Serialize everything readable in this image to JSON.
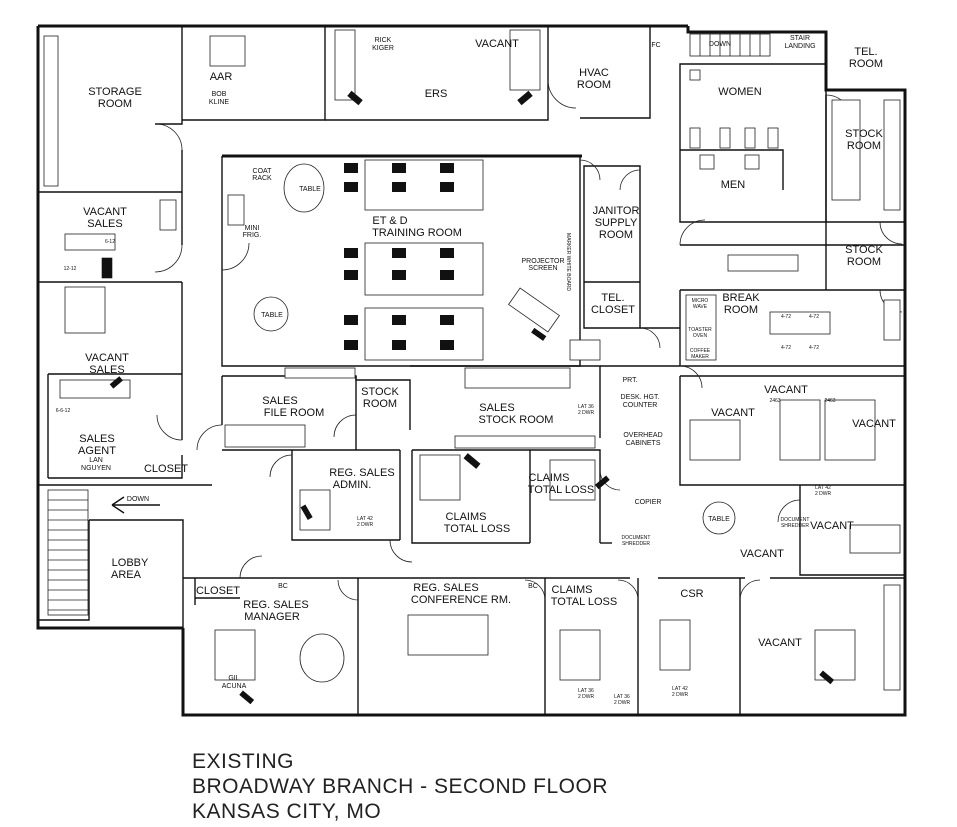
{
  "title": {
    "line1": "EXISTING",
    "line2": "BROADWAY BRANCH - SECOND FLOOR",
    "line3": "KANSAS CITY, MO"
  },
  "rooms": [
    {
      "id": "storage",
      "lines": [
        "STORAGE",
        "ROOM"
      ]
    },
    {
      "id": "aar",
      "lines": [
        "AAR"
      ]
    },
    {
      "id": "bob",
      "lines": [
        "BOB",
        "KLINE"
      ]
    },
    {
      "id": "rick",
      "lines": [
        "RICK",
        "KIGER"
      ]
    },
    {
      "id": "ers",
      "lines": [
        "ERS"
      ]
    },
    {
      "id": "vacant-top",
      "lines": [
        "VACANT"
      ]
    },
    {
      "id": "hvac",
      "lines": [
        "HVAC",
        "ROOM"
      ]
    },
    {
      "id": "women",
      "lines": [
        "WOMEN"
      ]
    },
    {
      "id": "men",
      "lines": [
        "MEN"
      ]
    },
    {
      "id": "tel-room",
      "lines": [
        "TEL.",
        "ROOM"
      ]
    },
    {
      "id": "stock-room-1",
      "lines": [
        "STOCK",
        "ROOM"
      ]
    },
    {
      "id": "stock-room-2",
      "lines": [
        "STOCK",
        "ROOM"
      ]
    },
    {
      "id": "janitor",
      "lines": [
        "JANITOR",
        "SUPPLY",
        "ROOM"
      ]
    },
    {
      "id": "tel-closet",
      "lines": [
        "TEL.",
        "CLOSET"
      ]
    },
    {
      "id": "break",
      "lines": [
        "BREAK",
        "ROOM"
      ]
    },
    {
      "id": "training",
      "lines": [
        "ET & D",
        "TRAINING ROOM"
      ]
    },
    {
      "id": "vacant-sales-1",
      "lines": [
        "VACANT",
        "SALES"
      ]
    },
    {
      "id": "vacant-sales-2",
      "lines": [
        "VACANT",
        "SALES"
      ]
    },
    {
      "id": "sales-agent",
      "lines": [
        "SALES",
        "AGENT"
      ]
    },
    {
      "id": "lan",
      "lines": [
        "LAN",
        "NGUYEN"
      ]
    },
    {
      "id": "closet-left",
      "lines": [
        "CLOSET"
      ]
    },
    {
      "id": "sales-file",
      "lines": [
        "SALES",
        "FILE ROOM"
      ]
    },
    {
      "id": "stock-room-mid",
      "lines": [
        "STOCK",
        "ROOM"
      ]
    },
    {
      "id": "sales-stock",
      "lines": [
        "SALES",
        "STOCK ROOM"
      ]
    },
    {
      "id": "reg-sales-admin",
      "lines": [
        "REG. SALES",
        "ADMIN."
      ]
    },
    {
      "id": "claims-1",
      "lines": [
        "CLAIMS",
        "TOTAL LOSS"
      ]
    },
    {
      "id": "claims-2",
      "lines": [
        "CLAIMS",
        "TOTAL LOSS"
      ]
    },
    {
      "id": "lobby",
      "lines": [
        "LOBBY",
        "AREA"
      ]
    },
    {
      "id": "vacant-r1",
      "lines": [
        "VACANT"
      ]
    },
    {
      "id": "vacant-r2",
      "lines": [
        "VACANT"
      ]
    },
    {
      "id": "vacant-r3",
      "lines": [
        "VACANT"
      ]
    },
    {
      "id": "vacant-r4",
      "lines": [
        "VACANT"
      ]
    },
    {
      "id": "vacant-r5",
      "lines": [
        "VACANT"
      ]
    },
    {
      "id": "vacant-r6",
      "lines": [
        "VACANT"
      ]
    },
    {
      "id": "closet-bottom",
      "lines": [
        "CLOSET"
      ]
    },
    {
      "id": "reg-sales-manager",
      "lines": [
        "REG. SALES",
        "MANAGER"
      ]
    },
    {
      "id": "gil",
      "lines": [
        "GIL",
        "ACUNA"
      ]
    },
    {
      "id": "conference",
      "lines": [
        "REG. SALES",
        "CONFERENCE RM."
      ]
    },
    {
      "id": "claims-3",
      "lines": [
        "CLAIMS",
        "TOTAL LOSS"
      ]
    },
    {
      "id": "csr",
      "lines": [
        "CSR"
      ]
    }
  ],
  "notes": [
    {
      "id": "coat-rack",
      "lines": [
        "COAT",
        "RACK"
      ]
    },
    {
      "id": "table-1",
      "lines": [
        "TABLE"
      ]
    },
    {
      "id": "table-2",
      "lines": [
        "TABLE"
      ]
    },
    {
      "id": "table-3",
      "lines": [
        "TABLE"
      ]
    },
    {
      "id": "mini-frig",
      "lines": [
        "MINI",
        "FRIG."
      ]
    },
    {
      "id": "projector",
      "lines": [
        "PROJECTOR",
        "SCREEN"
      ]
    },
    {
      "id": "marker",
      "lines": [
        "MARKER WHITE BOARD"
      ]
    },
    {
      "id": "down-top",
      "lines": [
        "DOWN"
      ]
    },
    {
      "id": "down-left",
      "lines": [
        "DOWN"
      ]
    },
    {
      "id": "stair",
      "lines": [
        "STAIR",
        "LANDING"
      ]
    },
    {
      "id": "prt",
      "lines": [
        "PRT."
      ]
    },
    {
      "id": "desk-counter",
      "lines": [
        "DESK. HGT.",
        "COUNTER"
      ]
    },
    {
      "id": "overhead",
      "lines": [
        "OVERHEAD",
        "CABINETS"
      ]
    },
    {
      "id": "copier",
      "lines": [
        "COPIER"
      ]
    },
    {
      "id": "fc",
      "lines": [
        "FC"
      ]
    },
    {
      "id": "bc1",
      "lines": [
        "BC"
      ]
    },
    {
      "id": "bc2",
      "lines": [
        "BC"
      ]
    },
    {
      "id": "lat1",
      "lines": [
        "LAT 42",
        "2 DWR"
      ]
    },
    {
      "id": "lat2",
      "lines": [
        "LAT 36",
        "2 DWR"
      ]
    },
    {
      "id": "lat3",
      "lines": [
        "LAT 42",
        "2 DWR"
      ]
    },
    {
      "id": "lat4",
      "lines": [
        "LAT 42",
        "2 DWR"
      ]
    },
    {
      "id": "lat5",
      "lines": [
        "LAT 36",
        "2 DWR"
      ]
    },
    {
      "id": "lat6",
      "lines": [
        "LAT 36",
        "2 DWR"
      ]
    },
    {
      "id": "sm1",
      "lines": [
        "6-12"
      ]
    },
    {
      "id": "sm2",
      "lines": [
        "12-12"
      ]
    },
    {
      "id": "sm3",
      "lines": [
        "6-6-12"
      ]
    },
    {
      "id": "sm4",
      "lines": [
        "2463"
      ]
    },
    {
      "id": "sm5",
      "lines": [
        "2463"
      ]
    },
    {
      "id": "sm6",
      "lines": [
        "4-72"
      ]
    },
    {
      "id": "sm7",
      "lines": [
        "4-72"
      ]
    },
    {
      "id": "sm8",
      "lines": [
        "4-72"
      ]
    },
    {
      "id": "sm9",
      "lines": [
        "4-72"
      ]
    },
    {
      "id": "doc-shredder-1",
      "lines": [
        "DOCUMENT",
        "SHREDDER"
      ]
    },
    {
      "id": "doc-shredder-2",
      "lines": [
        "DOCUMENT",
        "SHREDDER"
      ]
    },
    {
      "id": "micro",
      "lines": [
        "MICRO",
        "WAVE"
      ]
    },
    {
      "id": "toaster",
      "lines": [
        "TOASTER",
        "OVEN"
      ]
    },
    {
      "id": "coffee",
      "lines": [
        "COFFEE",
        "MAKER"
      ]
    }
  ]
}
